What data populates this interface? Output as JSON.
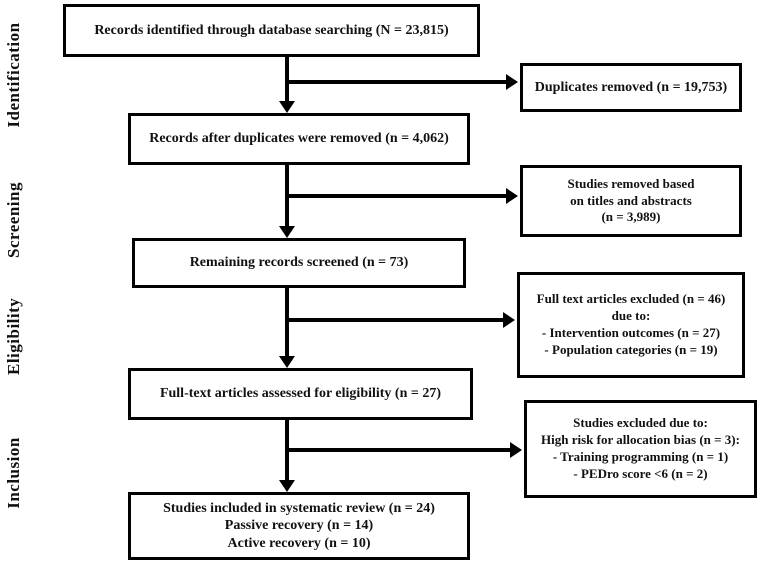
{
  "stages": {
    "identification": "Identification",
    "screening": "Screening",
    "eligibility": "Eligibility",
    "inclusion": "Inclusion"
  },
  "flow": {
    "records_identified": "Records identified through database searching (N = 23,815)",
    "records_after_duplicates": "Records after duplicates were removed (n = 4,062)",
    "records_screened": "Remaining records screened (n = 73)",
    "fulltext_assessed": "Full-text articles assessed for eligibility (n = 27)",
    "included": {
      "line1": "Studies included in systematic review (n = 24)",
      "line2": "Passive recovery (n = 14)",
      "line3": "Active recovery (n = 10)"
    }
  },
  "exclusions": {
    "duplicates_removed": "Duplicates removed (n = 19,753)",
    "titles_abstracts": {
      "line1": "Studies removed based",
      "line2": "on titles and abstracts",
      "line3": "(n = 3,989)"
    },
    "fulltext_excluded": {
      "line1": "Full text articles excluded (n = 46)",
      "line2": "due to:",
      "line3": "- Intervention outcomes (n = 27)",
      "line4": "- Population categories (n = 19)"
    },
    "studies_excluded": {
      "line1": "Studies excluded due to:",
      "line2": "High risk for allocation bias (n = 3):",
      "line3": "- Training programming (n = 1)",
      "line4": "- PEDro score <6 (n = 2)"
    }
  },
  "colors": {
    "border": "#000000",
    "text": "#111111",
    "background": "#ffffff"
  }
}
